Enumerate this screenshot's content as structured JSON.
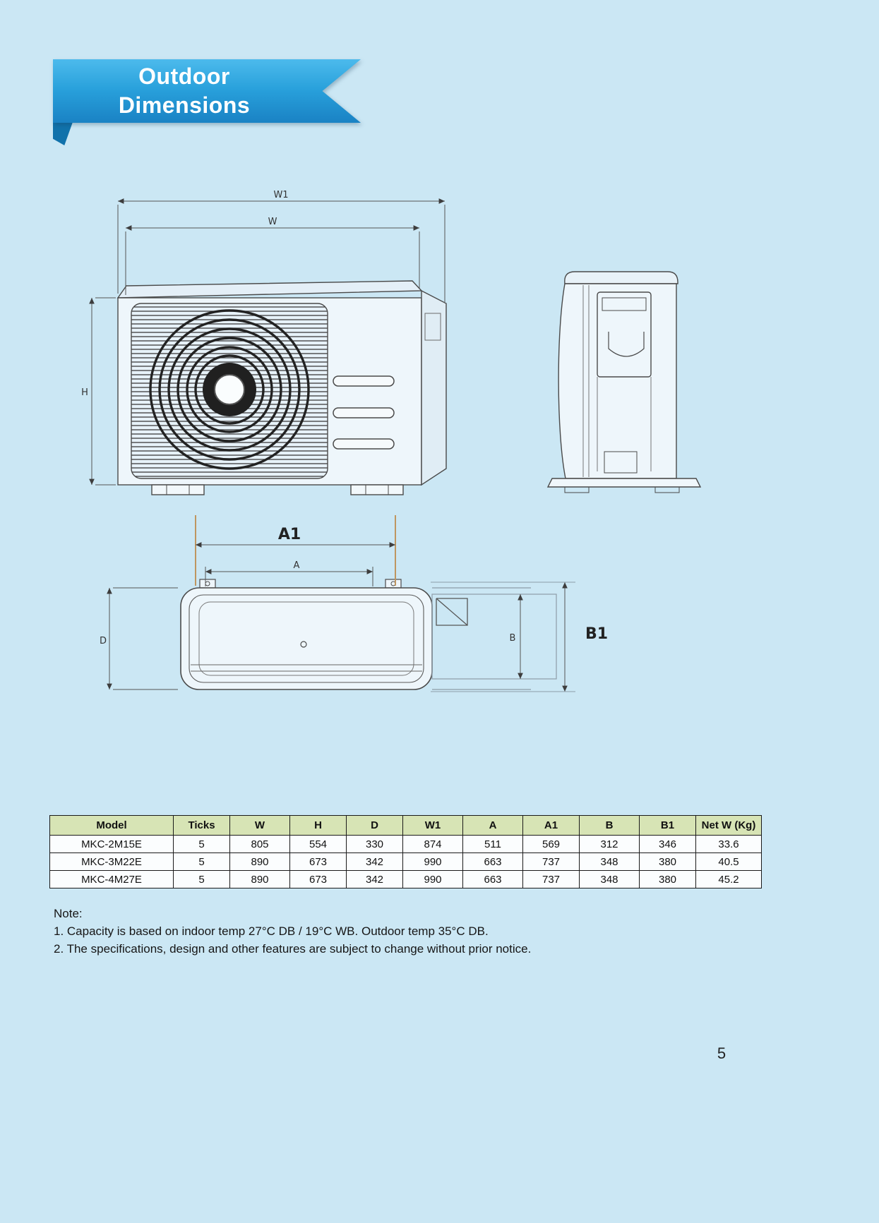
{
  "page": {
    "background_color": "#cbe7f4",
    "page_number": "5"
  },
  "banner": {
    "title_line1": "Outdoor",
    "title_line2": "Dimensions",
    "ribbon_color_top": "#4cbaec",
    "ribbon_color_bottom": "#1a82c4"
  },
  "diagram": {
    "front_view_labels": {
      "w1": "W1",
      "w": "W",
      "h": "H"
    },
    "bottom_view_labels": {
      "a1": "A1",
      "a": "A",
      "d": "D",
      "b": "B",
      "b1": "B1"
    }
  },
  "table": {
    "header_bg": "#d7e4b5",
    "headers": [
      "Model",
      "Ticks",
      "W",
      "H",
      "D",
      "W1",
      "A",
      "A1",
      "B",
      "B1",
      "Net W (Kg)"
    ],
    "rows": [
      [
        "MKC-2M15E",
        "5",
        "805",
        "554",
        "330",
        "874",
        "511",
        "569",
        "312",
        "346",
        "33.6"
      ],
      [
        "MKC-3M22E",
        "5",
        "890",
        "673",
        "342",
        "990",
        "663",
        "737",
        "348",
        "380",
        "40.5"
      ],
      [
        "MKC-4M27E",
        "5",
        "890",
        "673",
        "342",
        "990",
        "663",
        "737",
        "348",
        "380",
        "45.2"
      ]
    ]
  },
  "notes": {
    "label": "Note:",
    "items": [
      "1. Capacity is based on indoor temp 27°C DB / 19°C WB. Outdoor temp 35°C DB.",
      "2. The specifications, design and other features are subject to change without prior notice."
    ]
  }
}
